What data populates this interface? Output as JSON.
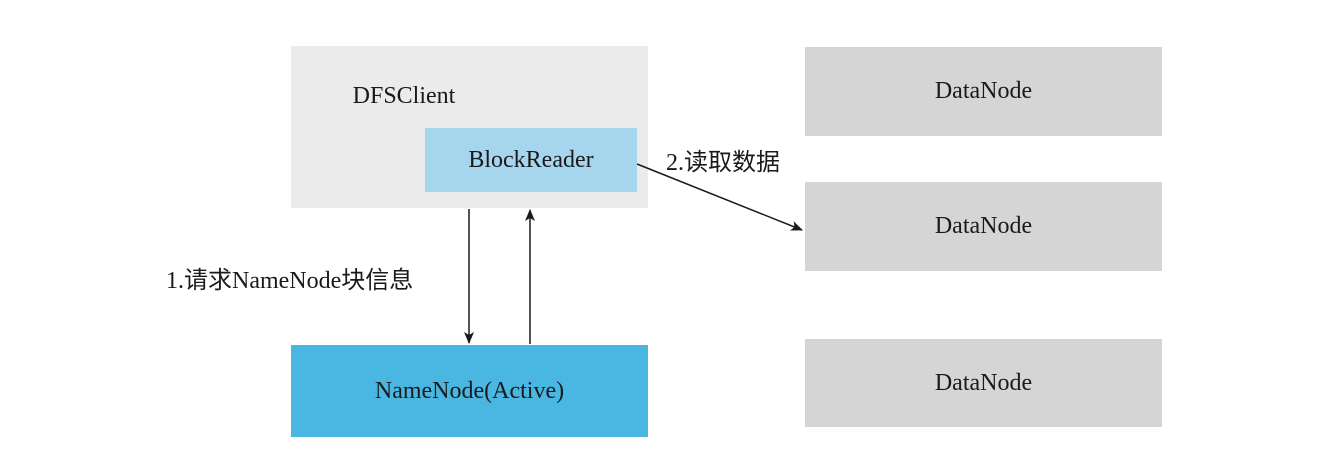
{
  "client": {
    "title": "DFSClient",
    "block_reader": "BlockReader"
  },
  "namenode": {
    "label": "NameNode(Active)"
  },
  "datanodes": [
    {
      "label": "DataNode"
    },
    {
      "label": "DataNode"
    },
    {
      "label": "DataNode"
    }
  ],
  "edges": {
    "request_label": "1.请求NameNode块信息",
    "read_label": "2.读取数据"
  },
  "colors": {
    "client_bg": "#ebebeb",
    "block_reader_bg": "#a5d6ee",
    "namenode_bg": "#4ab7e2",
    "datanode_bg": "#d5d5d5",
    "line": "#1a1a1a"
  }
}
